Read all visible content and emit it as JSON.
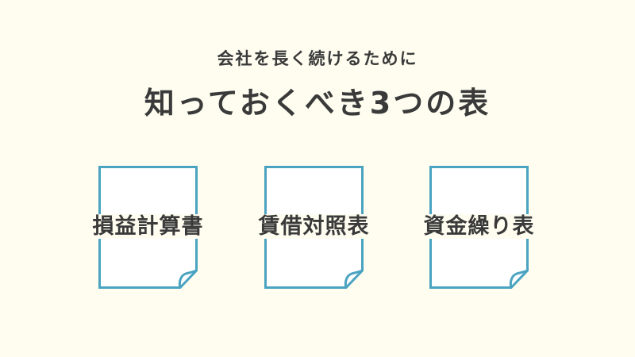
{
  "subtitle": "会社を長く続けるために",
  "title": "知っておくべき3つの表",
  "documents": [
    {
      "label": "損益計算書",
      "icon": "document-icon"
    },
    {
      "label": "賃借対照表",
      "icon": "document-icon"
    },
    {
      "label": "資金繰り表",
      "icon": "document-icon"
    }
  ],
  "colors": {
    "background": "#fefdf0",
    "text": "#3a3a3a",
    "document_stroke": "#4aa3c0"
  }
}
